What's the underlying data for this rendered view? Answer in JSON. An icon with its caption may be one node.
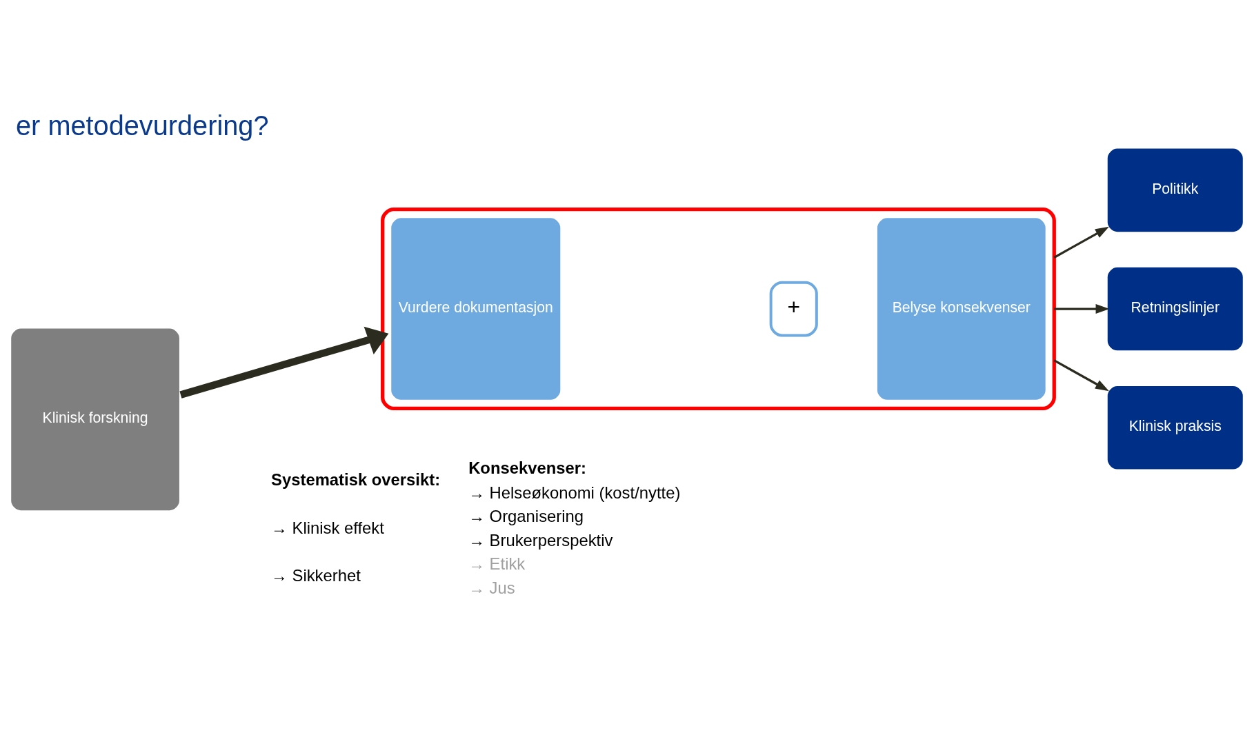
{
  "diagram": {
    "title": "er metodevurdering?",
    "nodes": [
      {
        "text": [
          "Klinisk forskning"
        ]
      },
      {
        "text": [],
        "shape": "box"
      },
      {
        "text": [
          "Vurdere dokumentasjon"
        ],
        "in": 1
      },
      {
        "text": [
          "+"
        ],
        "in": 1
      },
      {
        "text": [
          "Belyse konsekvenser"
        ],
        "in": 1
      },
      {
        "text": [
          "Politikk"
        ]
      },
      {
        "text": [
          "Retningslinjer"
        ]
      },
      {
        "text": [
          "Klinisk praksis"
        ]
      }
    ],
    "edges": [
      {
        "from": 0,
        "to": 1,
        "arrow": "to",
        "style": "thick"
      },
      {
        "from": 1,
        "to": 5,
        "arrow": "to"
      },
      {
        "from": 1,
        "to": 6,
        "arrow": "to"
      },
      {
        "from": 1,
        "to": 7,
        "arrow": "to"
      }
    ],
    "labels": [
      "Systematisk oversikt:",
      "→ Klinisk effekt",
      "→ Sikkerhet",
      "Konsekvenser:",
      "→ Helseøkonomi (kost/nytte)",
      "→ Organisering",
      "→ Brukerperspektiv",
      "→ Etikk",
      "→ Jus"
    ]
  }
}
